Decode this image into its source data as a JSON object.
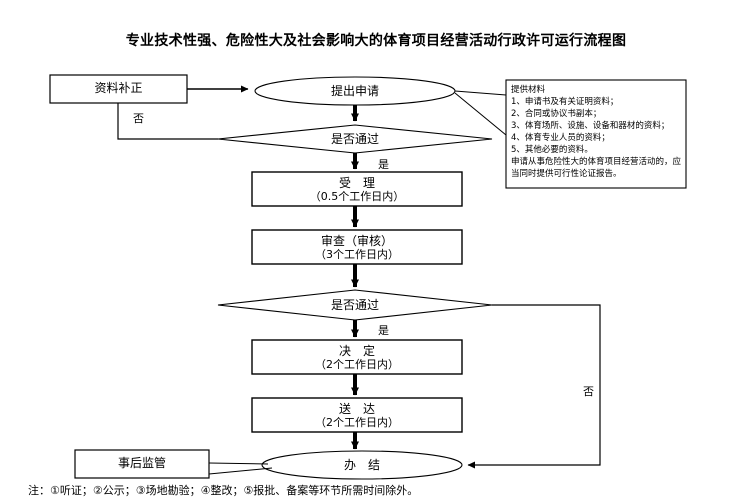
{
  "page": {
    "title": "专业技术性强、危险性大及社会影响大的体育项目经营活动行政许可运行流程图",
    "footnote": "注：①听证；②公示；③场地勘验；④整改；⑤报批、备案等环节所需时间除外。",
    "background_color": "#ffffff",
    "line_color": "#000000"
  },
  "nodes": {
    "data_correction": {
      "label": "资料补正",
      "shape": "rect"
    },
    "submit_application": {
      "label": "提出申请",
      "shape": "ellipse"
    },
    "decision_1": {
      "label": "是否通过",
      "shape": "diamond"
    },
    "acceptance": {
      "label": "受　理",
      "sub": "（0.5个工作日内）",
      "shape": "rect"
    },
    "review": {
      "label": "审查（审核）",
      "sub": "（3个工作日内）",
      "shape": "rect"
    },
    "decision_2": {
      "label": "是否通过",
      "shape": "diamond"
    },
    "decision": {
      "label": "决　定",
      "sub": "（2个工作日内）",
      "shape": "rect"
    },
    "delivery": {
      "label": "送　达",
      "sub": "（2个工作日内）",
      "shape": "rect"
    },
    "completed": {
      "label": "办　结",
      "shape": "ellipse"
    },
    "post_supervision": {
      "label": "事后监管",
      "shape": "rect"
    }
  },
  "branch_labels": {
    "decision_1_no": "否",
    "decision_1_yes": "是",
    "decision_2_yes": "是",
    "decision_2_no": "否"
  },
  "note_box": {
    "heading": "提供材料",
    "items": [
      "1、申请书及有关证明资料；",
      "2、合同或协议书副本；",
      "3、体育场所、设施、设备和器材的资料；",
      "4、体育专业人员的资料；",
      "5、其他必要的资料。"
    ],
    "tail": "申请从事危险性大的体育项目经营活动的，应当同时提供可行性论证报告。",
    "full_text": "提供材料\n1、申请书及有关证明资料；\n2、合同或协议书副本；\n3、体育场所、设施、设备和器材的资料；\n4、体育专业人员的资料；\n5、其他必要的资料。\n申请从事危险性大的体育项目经营活动的，应当同时提供可行性论证报告。"
  }
}
